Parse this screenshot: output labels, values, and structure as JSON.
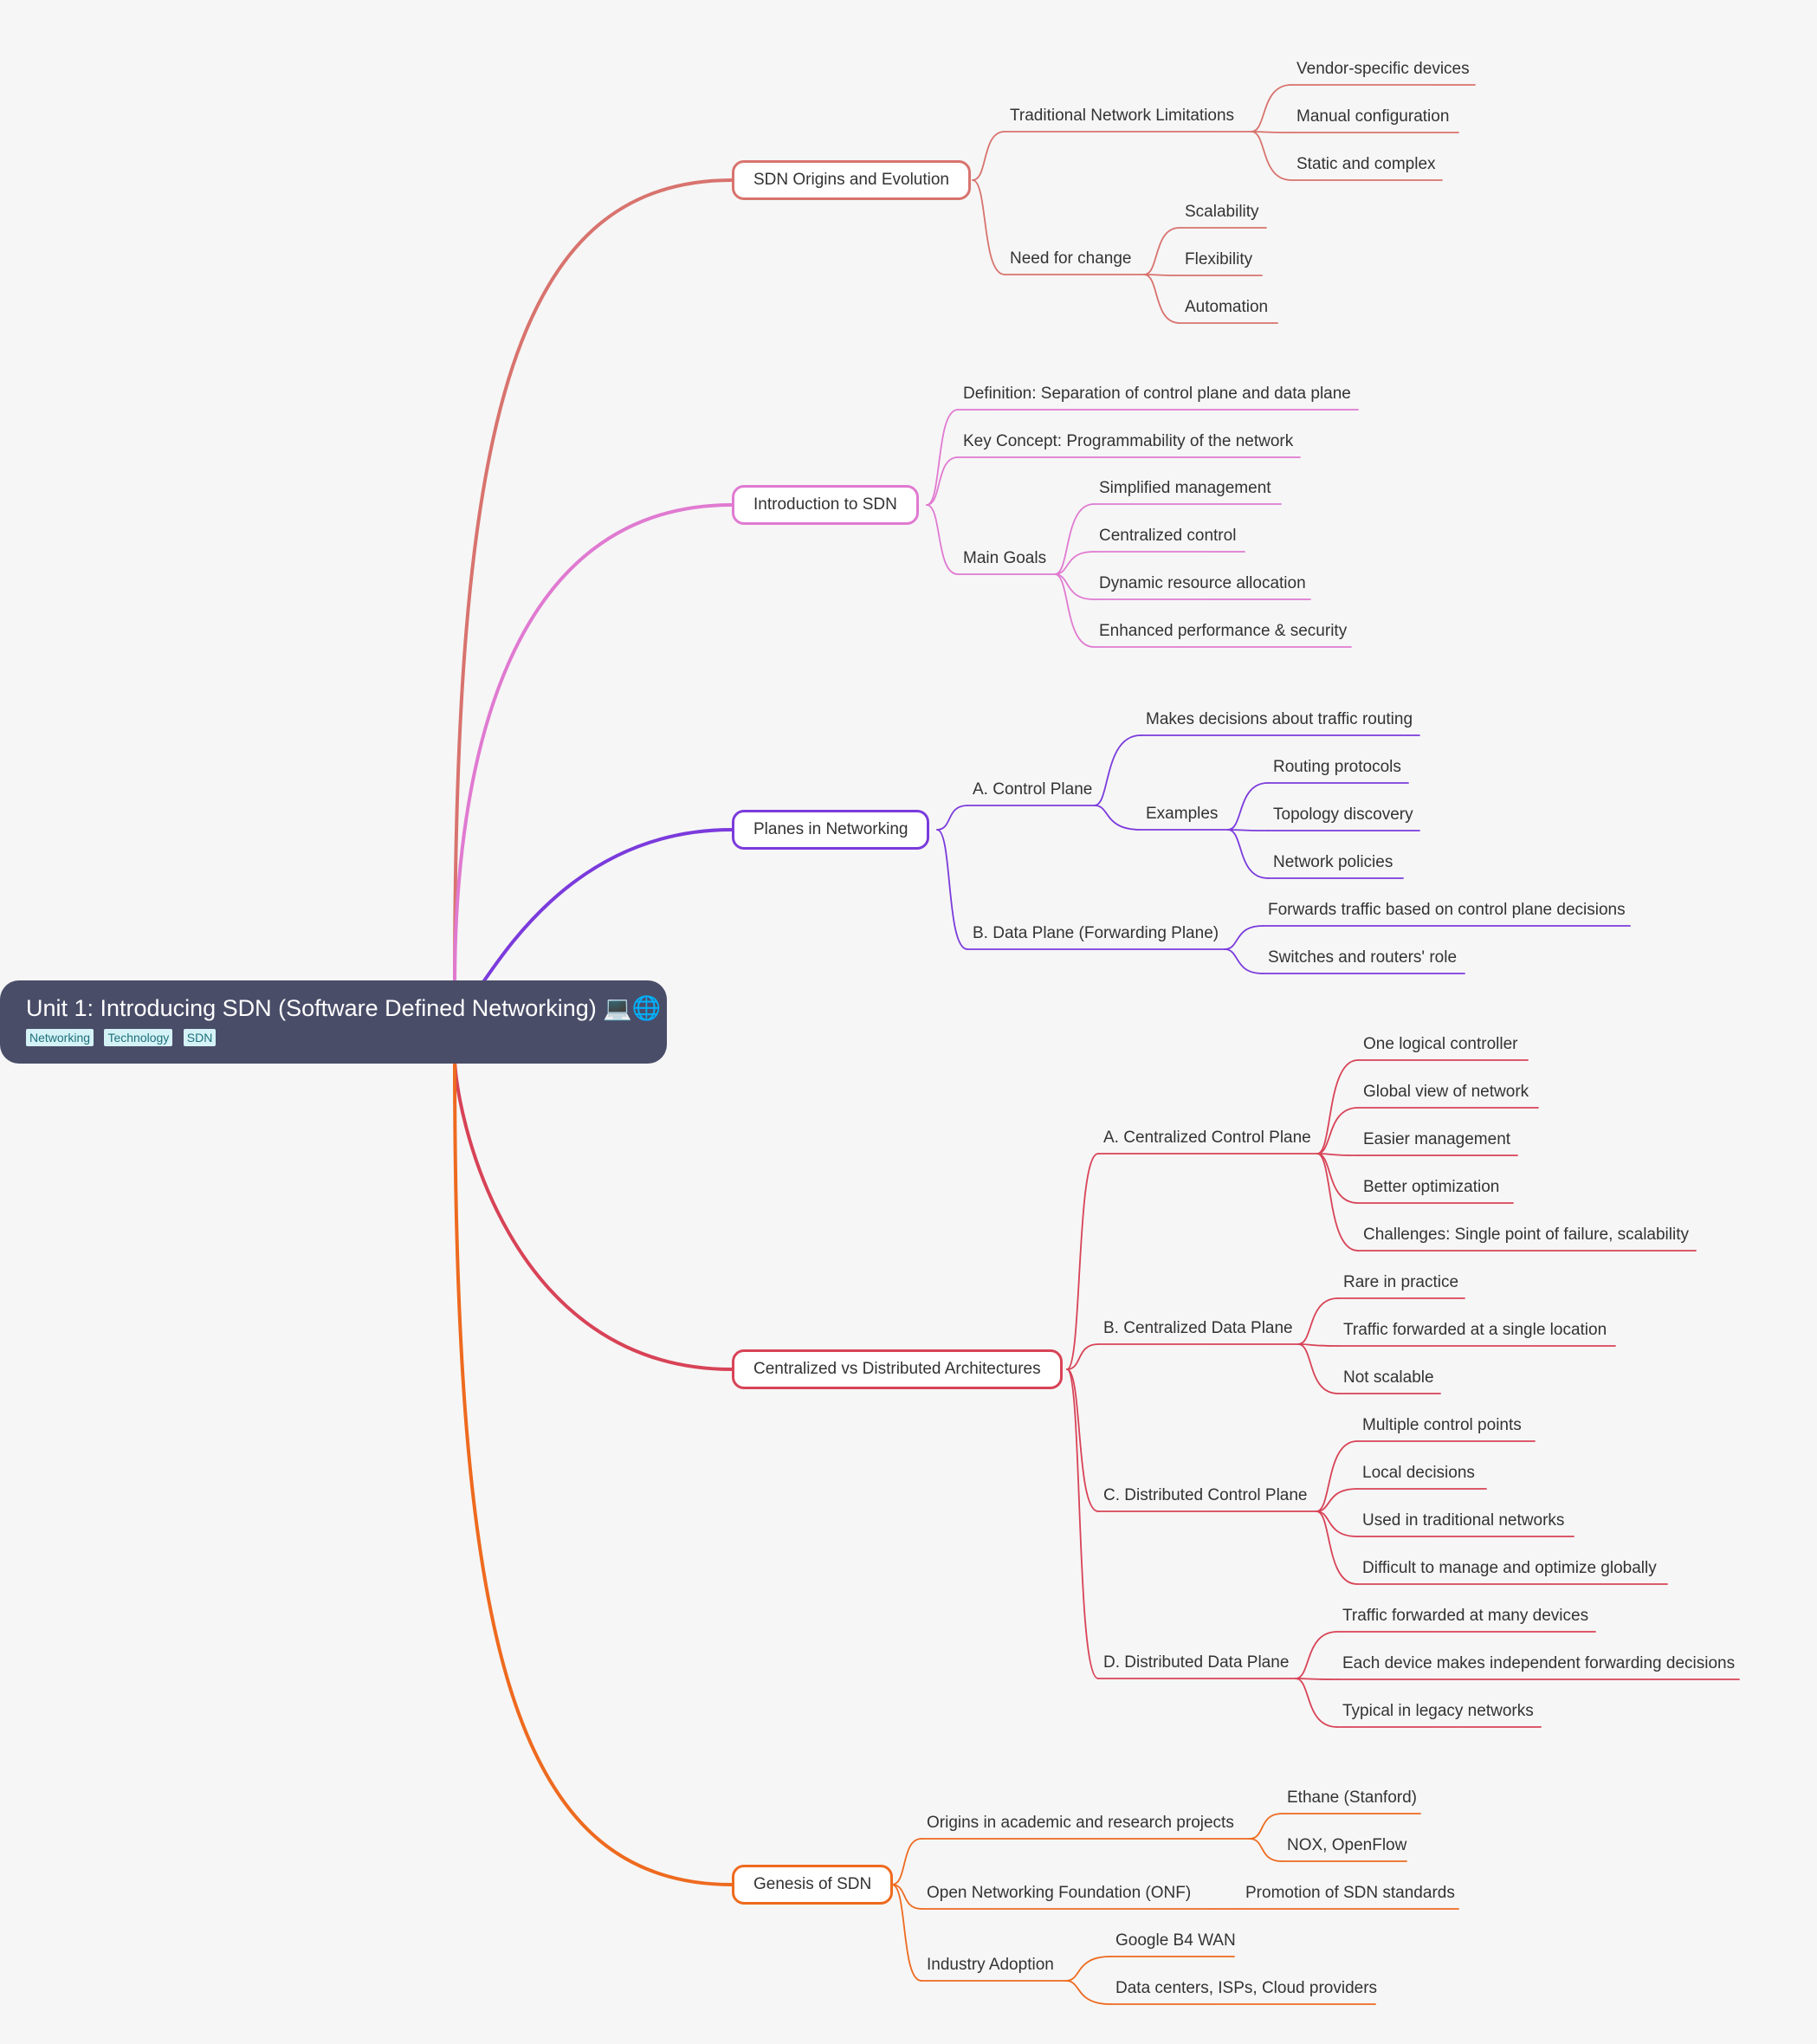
{
  "root": {
    "title": "Unit 1: Introducing SDN (Software Defined Networking) 💻🌐",
    "tags": [
      "Networking",
      "Technology",
      "SDN"
    ]
  },
  "colors": {
    "background": "#f6f6f6",
    "root": "#4a4d68",
    "branch_1": "#d8736e",
    "branch_2": "#e07ad1",
    "branch_3": "#7b3bdc",
    "branch_4": "#d84357",
    "branch_5": "#ee6a1f"
  },
  "branches": [
    {
      "label": "SDN Origins and Evolution",
      "children": [
        {
          "label": "Traditional Network Limitations",
          "children": [
            {
              "label": "Vendor-specific devices"
            },
            {
              "label": "Manual configuration"
            },
            {
              "label": "Static and complex"
            }
          ]
        },
        {
          "label": "Need for change",
          "children": [
            {
              "label": "Scalability"
            },
            {
              "label": "Flexibility"
            },
            {
              "label": "Automation"
            }
          ]
        }
      ]
    },
    {
      "label": "Introduction to SDN",
      "children": [
        {
          "label": "Definition: Separation of control plane and data plane"
        },
        {
          "label": "Key Concept: Programmability of the network"
        },
        {
          "label": "Main Goals",
          "children": [
            {
              "label": "Simplified management"
            },
            {
              "label": "Centralized control"
            },
            {
              "label": "Dynamic resource allocation"
            },
            {
              "label": "Enhanced performance & security"
            }
          ]
        }
      ]
    },
    {
      "label": "Planes in Networking",
      "children": [
        {
          "label": "A. Control Plane",
          "children": [
            {
              "label": "Makes decisions about traffic routing"
            },
            {
              "label": "Examples",
              "children": [
                {
                  "label": "Routing protocols"
                },
                {
                  "label": "Topology discovery"
                },
                {
                  "label": "Network policies"
                }
              ]
            }
          ]
        },
        {
          "label": "B. Data Plane (Forwarding Plane)",
          "children": [
            {
              "label": "Forwards traffic based on control plane decisions"
            },
            {
              "label": "Switches and routers' role"
            }
          ]
        }
      ]
    },
    {
      "label": "Centralized vs Distributed Architectures",
      "children": [
        {
          "label": "A. Centralized Control Plane",
          "children": [
            {
              "label": "One logical controller"
            },
            {
              "label": "Global view of network"
            },
            {
              "label": "Easier management"
            },
            {
              "label": "Better optimization"
            },
            {
              "label": "Challenges: Single point of failure, scalability"
            }
          ]
        },
        {
          "label": "B. Centralized Data Plane",
          "children": [
            {
              "label": "Rare in practice"
            },
            {
              "label": "Traffic forwarded at a single location"
            },
            {
              "label": "Not scalable"
            }
          ]
        },
        {
          "label": "C. Distributed Control Plane",
          "children": [
            {
              "label": "Multiple control points"
            },
            {
              "label": "Local decisions"
            },
            {
              "label": "Used in traditional networks"
            },
            {
              "label": "Difficult to manage and optimize globally"
            }
          ]
        },
        {
          "label": "D. Distributed Data Plane",
          "children": [
            {
              "label": "Traffic forwarded at many devices"
            },
            {
              "label": "Each device makes independent forwarding decisions"
            },
            {
              "label": "Typical in legacy networks"
            }
          ]
        }
      ]
    },
    {
      "label": "Genesis of SDN",
      "children": [
        {
          "label": "Origins in academic and research projects",
          "children": [
            {
              "label": "Ethane (Stanford)"
            },
            {
              "label": "NOX, OpenFlow"
            }
          ]
        },
        {
          "label": "Open Networking Foundation (ONF)",
          "children": [
            {
              "label": "Promotion of SDN standards"
            }
          ]
        },
        {
          "label": "Industry Adoption",
          "children": [
            {
              "label": "Google B4 WAN"
            },
            {
              "label": "Data centers, ISPs, Cloud providers"
            }
          ]
        }
      ]
    }
  ]
}
